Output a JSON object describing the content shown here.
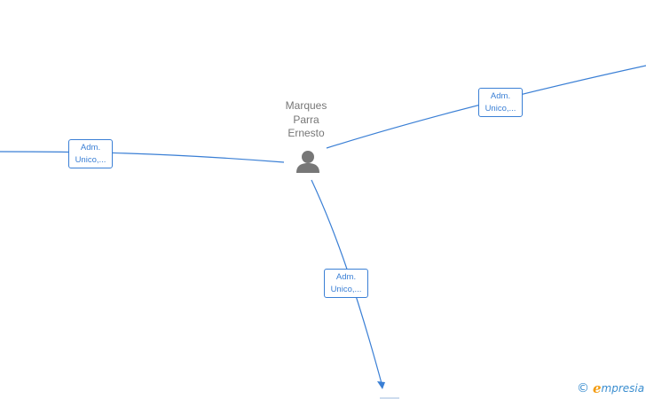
{
  "person": {
    "name_lines": [
      "Marques",
      "Parra",
      "Ernesto"
    ],
    "icon": "person-icon",
    "icon_color": "#777777"
  },
  "edges": [
    {
      "label_lines": [
        "Adm.",
        "Unico,..."
      ]
    },
    {
      "label_lines": [
        "Adm.",
        "Unico,..."
      ]
    },
    {
      "label_lines": [
        "Adm.",
        "Unico,..."
      ]
    }
  ],
  "colors": {
    "edge": "#3a7fd5",
    "brand_orange": "#f39c12",
    "brand_blue": "#3a8dcf"
  },
  "brand": {
    "copyright_symbol": "©",
    "logo_initial": "e",
    "logo_rest": "mpresia"
  }
}
